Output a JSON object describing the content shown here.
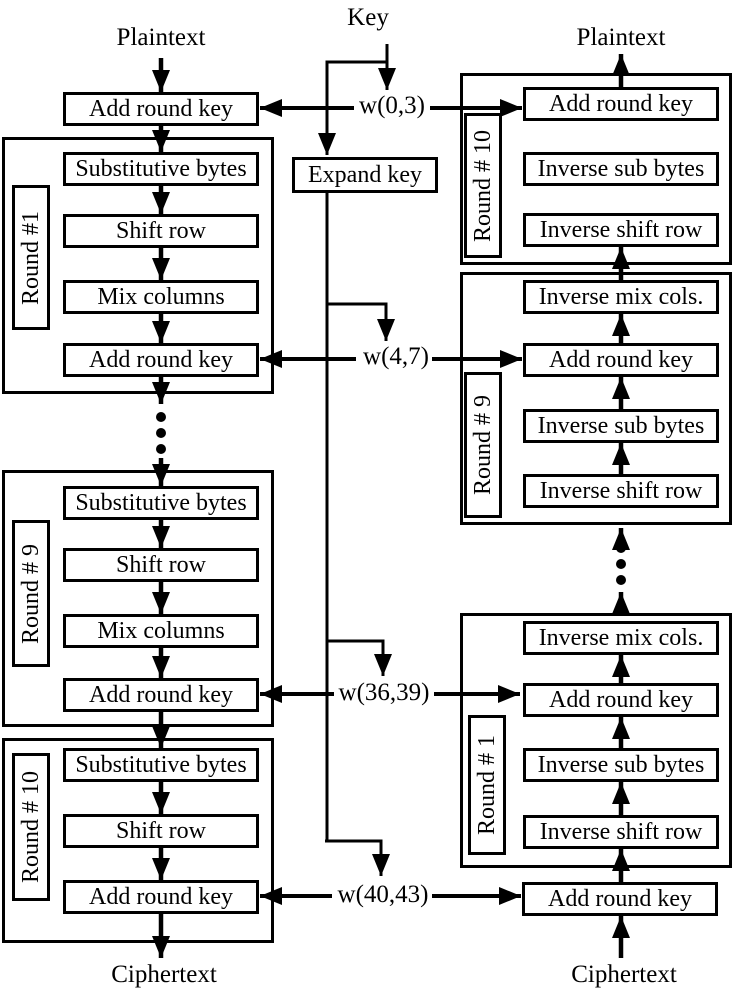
{
  "diagram": {
    "key_label": "Key",
    "expand_key_label": "Expand key",
    "key_words": [
      "w(0,3)",
      "w(4,7)",
      "w(36,39)",
      "w(40,43)"
    ],
    "encryption": {
      "input_label": "Plaintext",
      "initial_step": "Add round key",
      "rounds": [
        {
          "label": "Round #1",
          "steps": [
            "Substitutive bytes",
            "Shift row",
            "Mix columns",
            "Add round key"
          ]
        },
        {
          "label": "Round # 9",
          "steps": [
            "Substitutive bytes",
            "Shift row",
            "Mix columns",
            "Add round key"
          ]
        },
        {
          "label": "Round # 10",
          "steps": [
            "Substitutive bytes",
            "Shift row",
            "Add round key"
          ]
        }
      ],
      "output_label": "Ciphertext"
    },
    "decryption": {
      "output_label": "Plaintext",
      "rounds": [
        {
          "label": "Round # 10",
          "steps": [
            "Add round key",
            "Inverse sub bytes",
            "Inverse shift row"
          ]
        },
        {
          "label": "Round # 9",
          "steps": [
            "Inverse mix cols.",
            "Add round key",
            "Inverse sub bytes",
            "Inverse shift row"
          ]
        },
        {
          "label": "Round # 1",
          "steps": [
            "Inverse mix cols.",
            "Add round key",
            "Inverse sub bytes",
            "Inverse shift row"
          ]
        }
      ],
      "final_step": "Add round key",
      "input_label": "Ciphertext"
    }
  }
}
